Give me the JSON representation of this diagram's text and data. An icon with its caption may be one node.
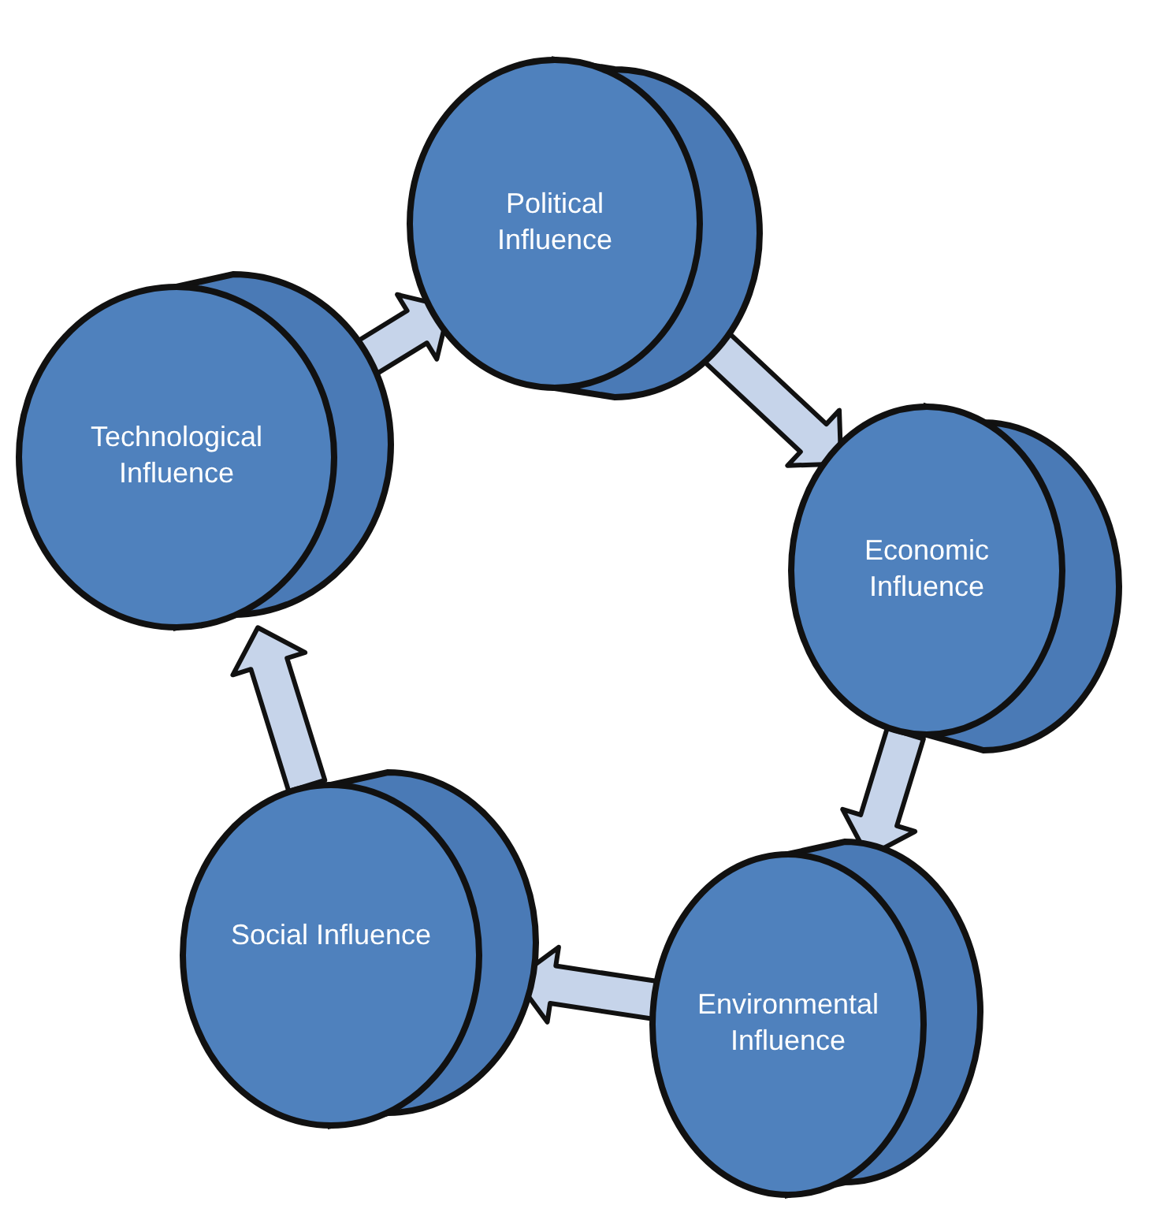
{
  "diagram": {
    "nodes": [
      {
        "text": [
          "Political Influence"
        ]
      },
      {
        "text": [
          "Economic Influence"
        ]
      },
      {
        "text": [
          "Environmental Influence"
        ]
      },
      {
        "text": [
          "Social Influence"
        ]
      },
      {
        "text": [
          "Technological Influence"
        ]
      }
    ],
    "edges": [
      {
        "from": 0,
        "to": 1,
        "arrow": "to"
      },
      {
        "from": 1,
        "to": 2,
        "arrow": "to"
      },
      {
        "from": 2,
        "to": 3,
        "arrow": "to"
      },
      {
        "from": 3,
        "to": 4,
        "arrow": "to"
      },
      {
        "from": 4,
        "to": 0,
        "arrow": "to"
      }
    ]
  }
}
